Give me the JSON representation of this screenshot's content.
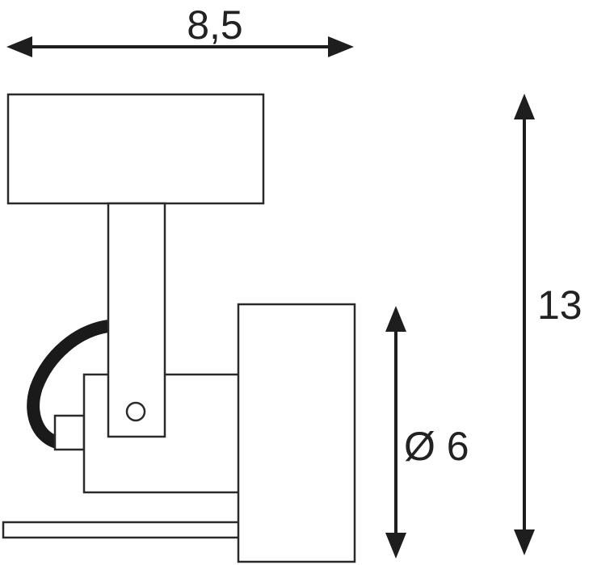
{
  "diagram": {
    "dimensions": {
      "width": "8,5",
      "height": "13",
      "diameter": "Ø 6"
    }
  },
  "colors": {
    "line": "#2a2a2a",
    "cable": "#1a1a1a",
    "background": "#ffffff"
  }
}
